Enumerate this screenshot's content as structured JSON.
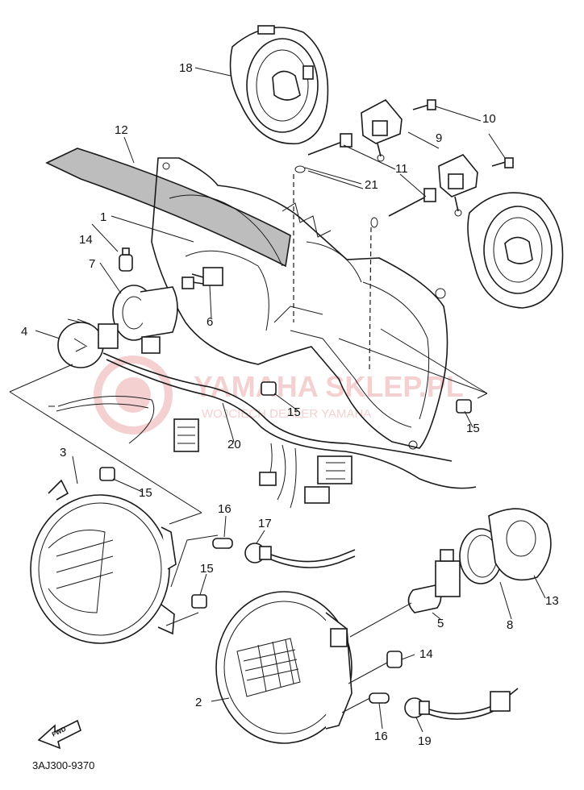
{
  "diagram": {
    "document_code": "3AJ300-9370",
    "front_arrow_label": "FWD",
    "watermark": {
      "brand": "YAMAHA SKLEP.PL",
      "tagline": "WOJCIECH DEALER YAMAHA",
      "color": "#e07a7a"
    },
    "part_labels": {
      "p1": "1",
      "p2": "2",
      "p3": "3",
      "p4": "4",
      "p5": "5",
      "p6": "6",
      "p7": "7",
      "p8": "8",
      "p9": "9",
      "p10": "10",
      "p11": "11",
      "p12": "12",
      "p13": "13",
      "p14a": "14",
      "p14b": "14",
      "p15a": "15",
      "p15b": "15",
      "p15c": "15",
      "p15d": "15",
      "p16a": "16",
      "p16b": "16",
      "p17": "17",
      "p18": "18",
      "p19": "19",
      "p20": "20",
      "p21": "21"
    }
  }
}
